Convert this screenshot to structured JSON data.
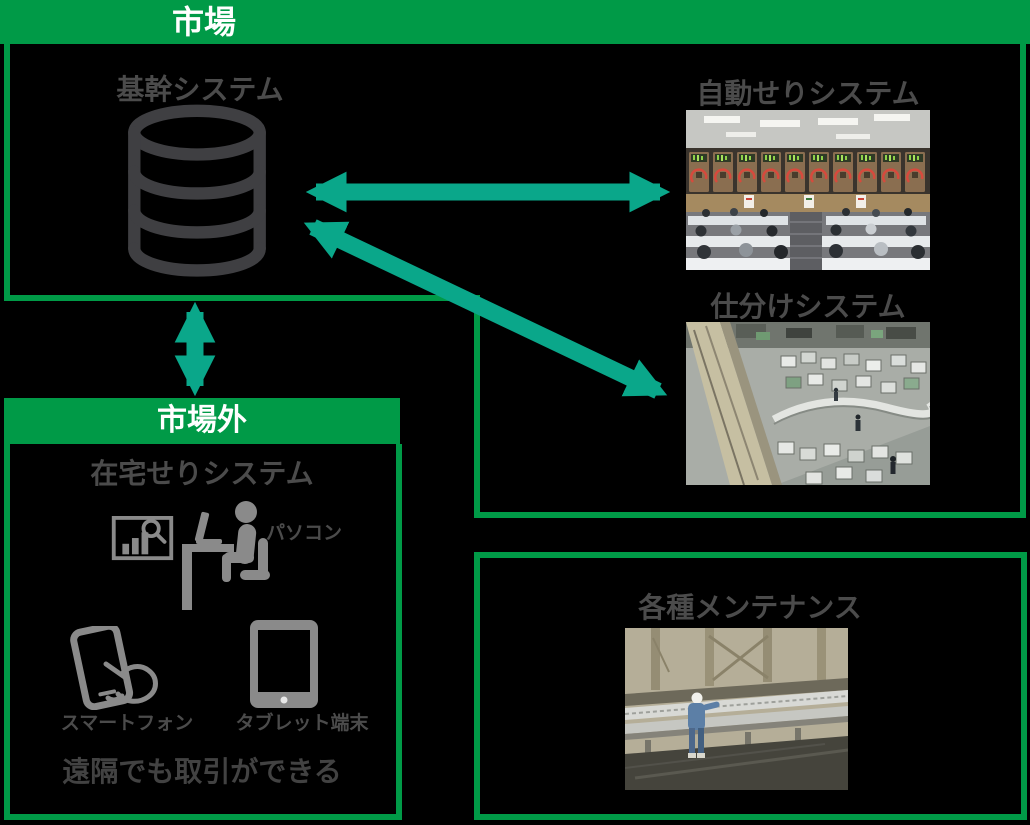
{
  "colors": {
    "background": "#000000",
    "accent_green": "#009a47",
    "arrow_teal": "#0aa78a",
    "heading_text": "#ffffff",
    "label_gray": "#4b4b4b",
    "note_gray": "#424242",
    "icon_gray": "#8a8a8a",
    "database_gray": "#3f3f42"
  },
  "market_box": {
    "header": "市場",
    "core_system_label": "基幹システム",
    "auction_label": "自動せりシステム",
    "sorting_label": "仕分けシステム"
  },
  "offmarket_box": {
    "header": "市場外",
    "home_auction_label": "在宅せりシステム",
    "pc_label": "パソコン",
    "smartphone_label": "スマートフォン",
    "tablet_label": "タブレット端末",
    "note": "遠隔でも取引ができる"
  },
  "maintenance_box": {
    "title": "各種メンテナンス"
  },
  "icons": {
    "database": "database-icon",
    "chart_monitor": "chart-monitor-icon",
    "person_at_desk": "person-at-desk-icon",
    "smartphone": "smartphone-tap-icon",
    "tablet": "tablet-icon"
  },
  "arrows": {
    "core_to_auction": "bidirectional horizontal",
    "core_to_sorting": "bidirectional diagonal",
    "market_to_offmarket": "bidirectional vertical"
  }
}
